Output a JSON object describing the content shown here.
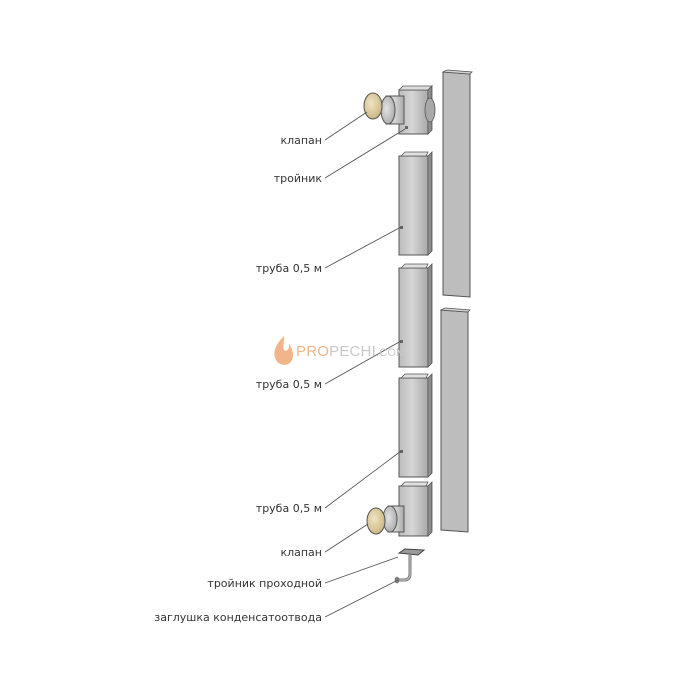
{
  "labels": {
    "valve_top": "клапан",
    "tee_top": "тройник",
    "pipe_1": "труба 0,5 м",
    "pipe_2": "труба 0,5 м",
    "pipe_3": "труба 0,5 м",
    "valve_bottom": "клапан",
    "tee_pass": "тройник проходной",
    "condensate_plug": "заглушка конденсатоотвода"
  },
  "watermark": {
    "part1": "PRO",
    "part2": "PECHI",
    "part3": ".COM",
    "icon": "flame-icon"
  },
  "colors": {
    "steel_light": "#cfcfcf",
    "steel_mid": "#b5b5b5",
    "steel_dark": "#8e8e8e",
    "panel": "#bdbdbd",
    "brass": "#d9c9a0",
    "watermark_orange": "#f2b48a",
    "watermark_gray": "#c8c8c8",
    "leader": "#555555"
  }
}
